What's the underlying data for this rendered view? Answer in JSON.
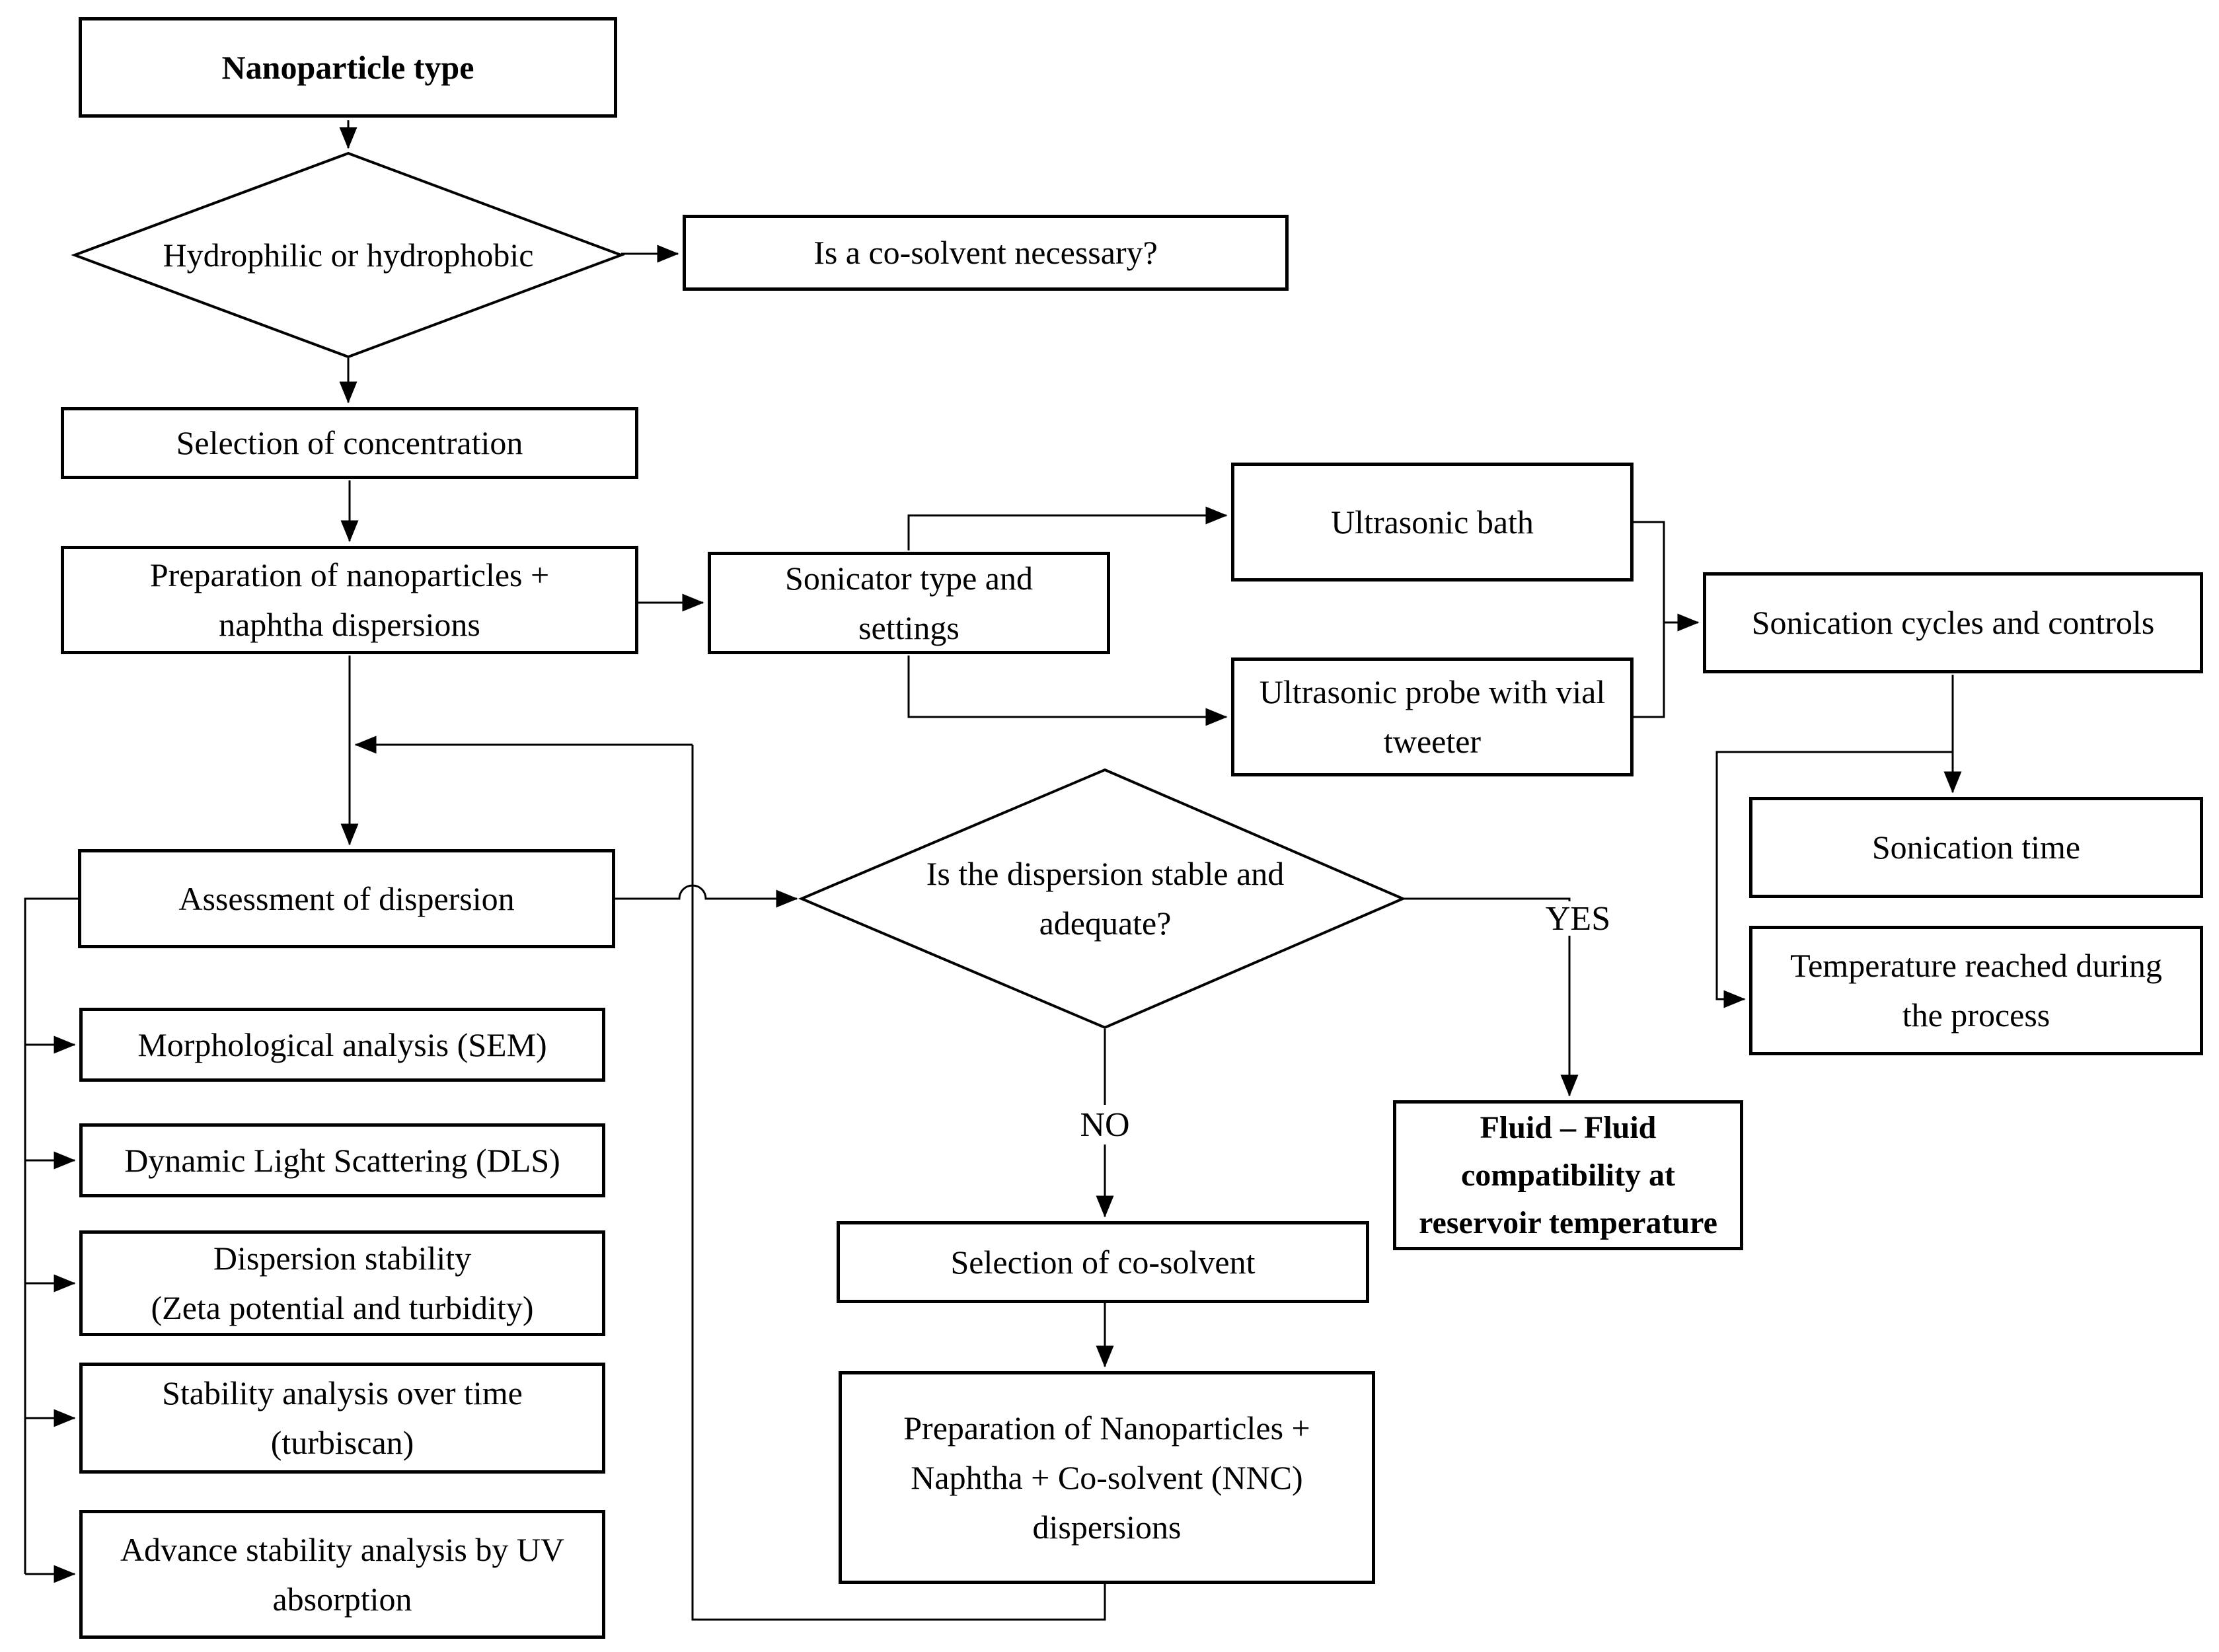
{
  "nodes": {
    "nanoparticle_type": {
      "label": "Nanoparticle type"
    },
    "hydrophilic_decision": {
      "label": "Hydrophilic or hydrophobic"
    },
    "cosolvent_question": {
      "label": "Is a co-solvent necessary?"
    },
    "selection_concentration": {
      "label": "Selection of concentration"
    },
    "prep_naphtha": {
      "label": "Preparation of nanoparticles +\nnaphtha dispersions"
    },
    "sonicator_type": {
      "label": "Sonicator type and\nsettings"
    },
    "ultrasonic_bath": {
      "label": "Ultrasonic bath"
    },
    "ultrasonic_probe": {
      "label": "Ultrasonic probe with vial\ntweeter"
    },
    "sonication_cycles": {
      "label": "Sonication cycles and controls"
    },
    "sonication_time": {
      "label": "Sonication time"
    },
    "temperature_reached": {
      "label": "Temperature reached during\nthe process"
    },
    "assessment_dispersion": {
      "label": "Assessment of dispersion"
    },
    "stability_decision": {
      "label": "Is the dispersion stable and\nadequate?"
    },
    "fluid_compatibility": {
      "label": "Fluid – Fluid\ncompatibility at\nreservoir temperature"
    },
    "selection_cosolvent": {
      "label": "Selection of co-solvent"
    },
    "prep_nnc": {
      "label": "Preparation of Nanoparticles +\nNaphtha + Co-solvent (NNC)\ndispersions"
    },
    "morphological_analysis": {
      "label": "Morphological analysis (SEM)"
    },
    "dynamic_light_scattering": {
      "label": "Dynamic Light Scattering (DLS)"
    },
    "dispersion_stability": {
      "label": "Dispersion stability\n(Zeta potential and turbidity)"
    },
    "stability_over_time": {
      "label": "Stability analysis over time\n(turbiscan)"
    },
    "advance_stability": {
      "label": "Advance stability analysis by UV\nabsorption"
    }
  },
  "edge_labels": {
    "yes": "YES",
    "no": "NO"
  },
  "colors": {
    "line": "#000000",
    "node_fill": "#ffffff",
    "text": "#000000",
    "background": "#ffffff"
  }
}
